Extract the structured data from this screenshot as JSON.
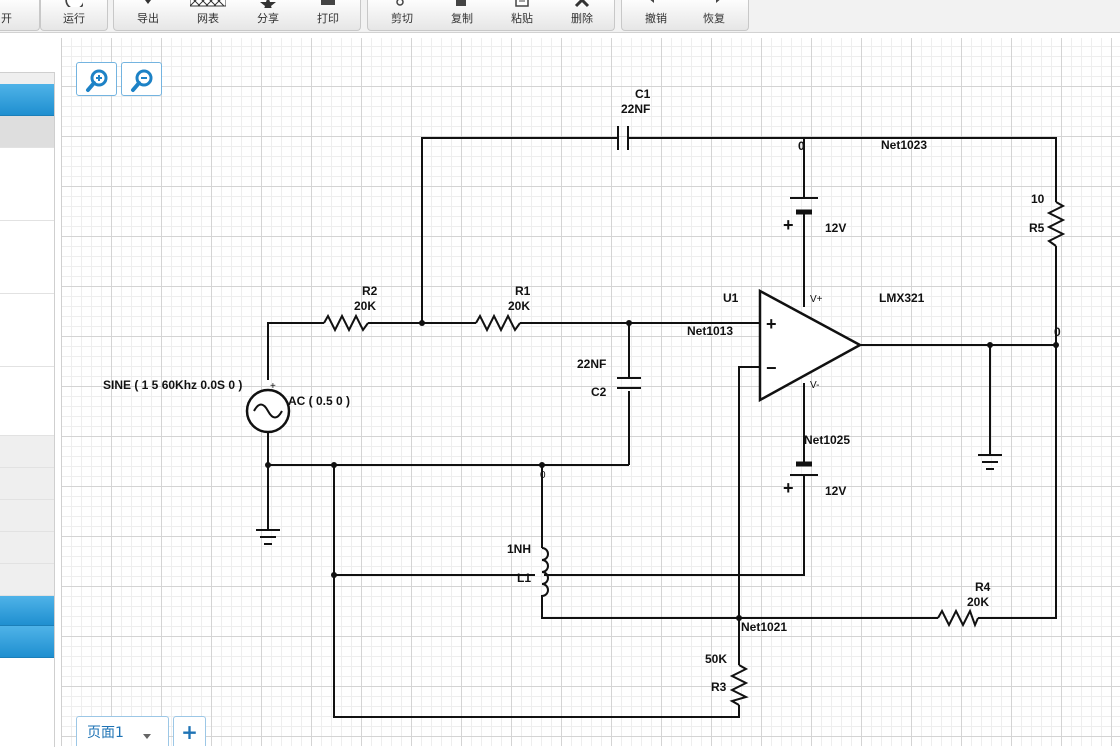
{
  "toolbar": {
    "partial_open_label": "开",
    "run_label": "运行",
    "export_label": "导出",
    "grid_label": "网表",
    "share_label": "分享",
    "print_label": "打印",
    "cut_label": "剪切",
    "copy_label": "复制",
    "paste_label": "粘贴",
    "delete_label": "删除",
    "undo_label": "撤销",
    "redo_label": "恢复"
  },
  "page_tabs": {
    "current": "页面1",
    "add_label": "+"
  },
  "schematic": {
    "source": {
      "spec": "SINE ( 1 5 60Khz 0.0S 0 )",
      "ac": "AC ( 0.5 0 )",
      "plus": "+"
    },
    "R2": {
      "name": "R2",
      "value": "20K"
    },
    "R1": {
      "name": "R1",
      "value": "20K"
    },
    "C1": {
      "name": "C1",
      "value": "22NF"
    },
    "C2": {
      "name": "C2",
      "value": "22NF"
    },
    "R5": {
      "name": "R5",
      "value": "10"
    },
    "R4": {
      "name": "R4",
      "value": "20K"
    },
    "R3": {
      "name": "R3",
      "value": "50K"
    },
    "L1": {
      "name": "L1",
      "value": "1NH"
    },
    "U1": {
      "name": "U1",
      "part": "LMX321",
      "vplus": "V+",
      "vminus": "V-",
      "plus": "+",
      "minus": "−"
    },
    "battery_top": {
      "value": "12V",
      "plus": "+"
    },
    "battery_bottom": {
      "value": "12V",
      "plus": "+"
    },
    "nets": {
      "net1023": "Net1023",
      "net1013": "Net1013",
      "net1025": "Net1025",
      "net1021": "Net1021",
      "zero_top": "0",
      "zero_right": "0",
      "zero_mid": "0"
    }
  }
}
